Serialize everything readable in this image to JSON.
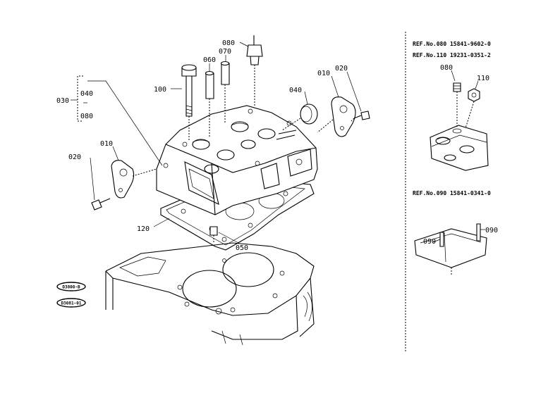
{
  "parts": {
    "p010_right": "010",
    "p010_left": "010",
    "p020_right": "020",
    "p020_left": "020",
    "p030": "030",
    "p040_group": "040",
    "p080_group": "080",
    "p040_plug": "040",
    "p050": "050",
    "p060": "060",
    "p070": "070",
    "p080_top": "080",
    "p100": "100",
    "p120": "120"
  },
  "references": {
    "ref_080": "REF.No.080  15841-9602-0",
    "ref_110": "REF.No.110  19231-0351-2",
    "ref_090": "REF.No.090  15841-0341-0"
  },
  "detail_labels": {
    "d080": "080",
    "d110": "110",
    "d090_right": "090",
    "d090_left": "090"
  },
  "stamps": {
    "stamp_1": "D3800-B",
    "stamp_2": "D3081-01"
  }
}
